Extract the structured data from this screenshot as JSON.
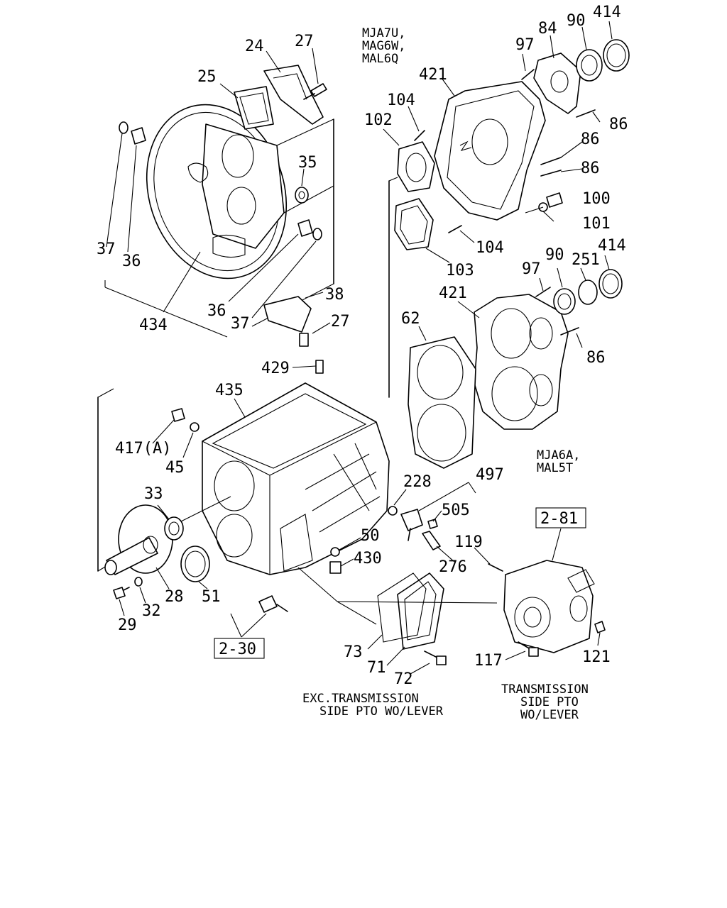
{
  "part_numbers": [
    {
      "id": "p24",
      "text": "24"
    },
    {
      "id": "p27a",
      "text": "27"
    },
    {
      "id": "p25",
      "text": "25"
    },
    {
      "id": "p35",
      "text": "35"
    },
    {
      "id": "p37a",
      "text": "37"
    },
    {
      "id": "p36a",
      "text": "36"
    },
    {
      "id": "p434",
      "text": "434"
    },
    {
      "id": "p36b",
      "text": "36"
    },
    {
      "id": "p37b",
      "text": "37"
    },
    {
      "id": "p38",
      "text": "38"
    },
    {
      "id": "p27b",
      "text": "27"
    },
    {
      "id": "p84",
      "text": "84"
    },
    {
      "id": "p90a",
      "text": "90"
    },
    {
      "id": "p414a",
      "text": "414"
    },
    {
      "id": "p97a",
      "text": "97"
    },
    {
      "id": "p421a",
      "text": "421"
    },
    {
      "id": "p104a",
      "text": "104"
    },
    {
      "id": "p102",
      "text": "102"
    },
    {
      "id": "p86a",
      "text": "86"
    },
    {
      "id": "p86b",
      "text": "86"
    },
    {
      "id": "p86c",
      "text": "86"
    },
    {
      "id": "p100",
      "text": "100"
    },
    {
      "id": "p101",
      "text": "101"
    },
    {
      "id": "p104b",
      "text": "104"
    },
    {
      "id": "p103",
      "text": "103"
    },
    {
      "id": "p97b",
      "text": "97"
    },
    {
      "id": "p90b",
      "text": "90"
    },
    {
      "id": "p251",
      "text": "251"
    },
    {
      "id": "p414b",
      "text": "414"
    },
    {
      "id": "p421b",
      "text": "421"
    },
    {
      "id": "p62",
      "text": "62"
    },
    {
      "id": "p86d",
      "text": "86"
    },
    {
      "id": "p429",
      "text": "429"
    },
    {
      "id": "p435",
      "text": "435"
    },
    {
      "id": "p417",
      "text": "417(A)"
    },
    {
      "id": "p45",
      "text": "45"
    },
    {
      "id": "p33",
      "text": "33"
    },
    {
      "id": "p228",
      "text": "228"
    },
    {
      "id": "p497",
      "text": "497"
    },
    {
      "id": "p505",
      "text": "505"
    },
    {
      "id": "p50",
      "text": "50"
    },
    {
      "id": "p430",
      "text": "430"
    },
    {
      "id": "p119",
      "text": "119"
    },
    {
      "id": "p276",
      "text": "276"
    },
    {
      "id": "p28",
      "text": "28"
    },
    {
      "id": "p51",
      "text": "51"
    },
    {
      "id": "p32",
      "text": "32"
    },
    {
      "id": "p29",
      "text": "29"
    },
    {
      "id": "p73",
      "text": "73"
    },
    {
      "id": "p71",
      "text": "71"
    },
    {
      "id": "p72",
      "text": "72"
    },
    {
      "id": "p117",
      "text": "117"
    },
    {
      "id": "p121",
      "text": "121"
    }
  ],
  "section_refs": {
    "ref_2_81": "2-81",
    "ref_2_30": "2-30"
  },
  "model_notes": {
    "upper_line1": "MJA7U,",
    "upper_line2": "MAG6W,",
    "upper_line3": "MAL6Q",
    "lower_line1": "MJA6A,",
    "lower_line2": "MAL5T"
  },
  "captions": {
    "exc_line1": "EXC.TRANSMISSION",
    "exc_line2": "SIDE PTO WO/LEVER",
    "pto_line1": "TRANSMISSION",
    "pto_line2": "SIDE PTO",
    "pto_line3": "WO/LEVER"
  }
}
